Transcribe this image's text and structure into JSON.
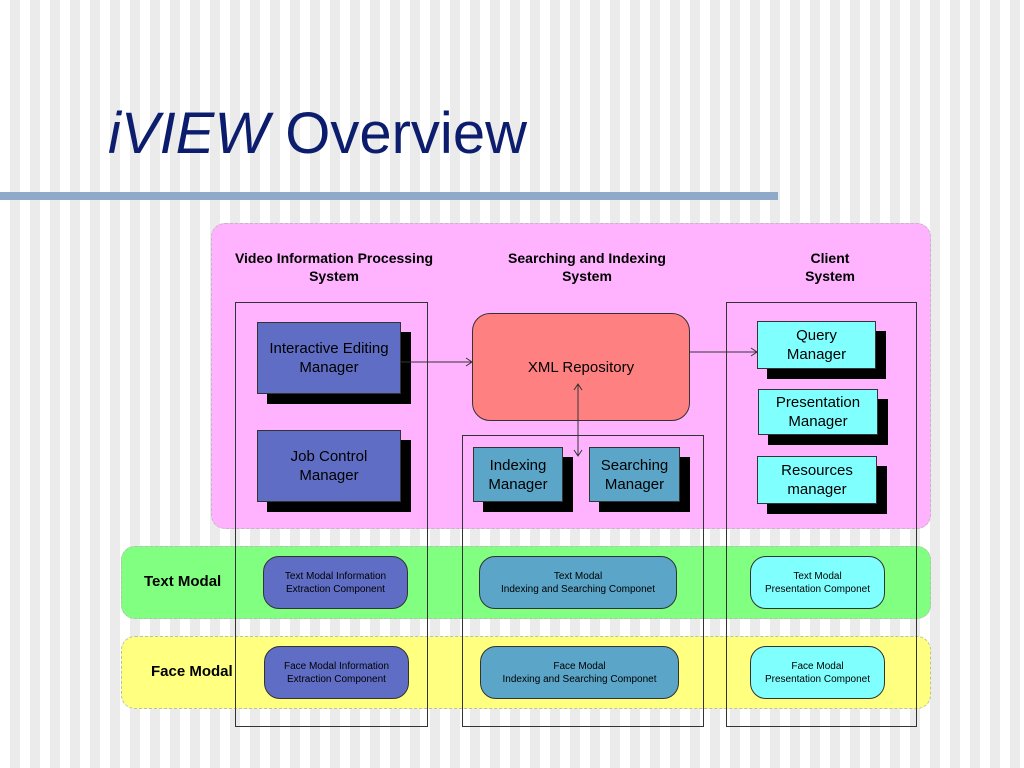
{
  "slide": {
    "title_italic": "iVIEW",
    "title_rest": "Overview"
  },
  "columns": {
    "vips": {
      "line1": "Video Information Processing",
      "line2": "System"
    },
    "sis": {
      "line1": "Searching and Indexing",
      "line2": "System"
    },
    "client": {
      "line1": "Client",
      "line2": "System"
    }
  },
  "managers": {
    "interactive_editing": {
      "line1": "Interactive Editing",
      "line2": "Manager"
    },
    "job_control": {
      "line1": "Job Control",
      "line2": "Manager"
    },
    "xml_repository": "XML Repository",
    "indexing": {
      "line1": "Indexing",
      "line2": "Manager"
    },
    "searching": {
      "line1": "Searching",
      "line2": "Manager"
    },
    "query": {
      "line1": "Query",
      "line2": "Manager"
    },
    "presentation": {
      "line1": "Presentation",
      "line2": "Manager"
    },
    "resources": {
      "line1": "Resources",
      "line2": "manager"
    }
  },
  "modals": {
    "text": {
      "label": "Text Modal",
      "extraction": {
        "line1": "Text Modal Information",
        "line2": "Extraction Component"
      },
      "indexing": {
        "line1": "Text Modal",
        "line2": "Indexing and Searching Componet"
      },
      "presentation": {
        "line1": "Text Modal",
        "line2": "Presentation Componet"
      }
    },
    "face": {
      "label": "Face Modal",
      "extraction": {
        "line1": "Face Modal Information",
        "line2": "Extraction Component"
      },
      "indexing": {
        "line1": "Face Modal",
        "line2": "Indexing and Searching Componet"
      },
      "presentation": {
        "line1": "Face Modal",
        "line2": "Presentation Componet"
      }
    }
  },
  "colors": {
    "title": "#0c1d6e",
    "system_band": "#ffb3ff",
    "text_band": "#80ff80",
    "face_band": "#ffff80",
    "blue_box": "#5f6ec4",
    "teal_box": "#5aa5c8",
    "cyan_box": "#80ffff",
    "repository": "#ff8080"
  }
}
